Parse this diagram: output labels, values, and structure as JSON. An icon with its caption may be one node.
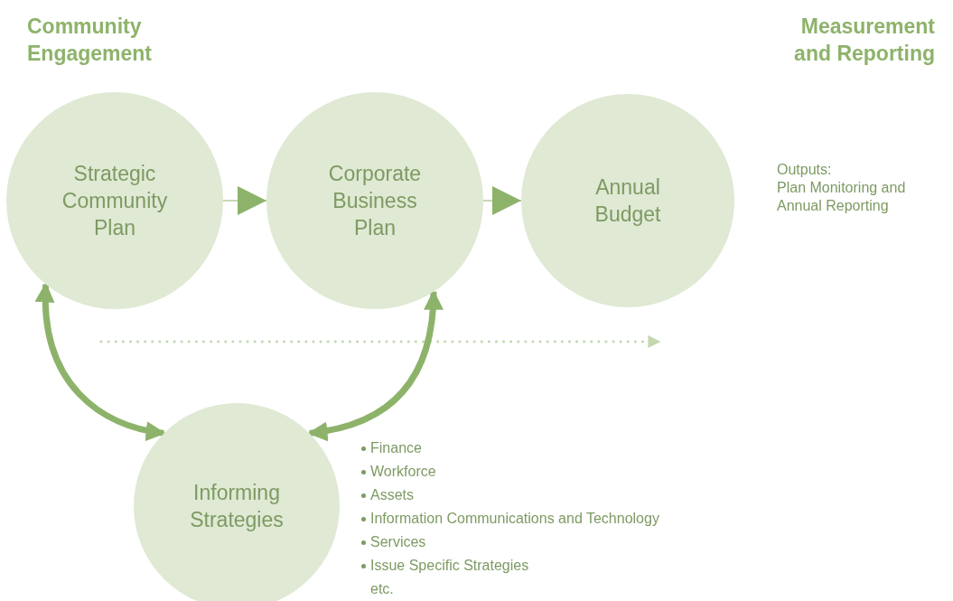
{
  "diagram": {
    "nodes": [
      {
        "text": [
          "Strategic Community Plan"
        ]
      },
      {
        "text": [
          "Corporate Business Plan"
        ]
      },
      {
        "text": [
          "Annual Budget"
        ],
        "beside": [
          "Outputs:",
          "Plan Monitoring and Annual Reporting"
        ]
      },
      {
        "text": [
          "Informing Strategies"
        ],
        "beside": [
          "Finance",
          "Workforce",
          "Assets",
          "Information Communications and Technology",
          "Services",
          "Issue Specific Strategies",
          "etc."
        ]
      }
    ],
    "edges": [
      {
        "from": 0,
        "to": 1,
        "arrow": "to"
      },
      {
        "from": 1,
        "to": 2,
        "arrow": "to"
      },
      {
        "from": 0,
        "to": 3,
        "arrow": "both",
        "style": "thick"
      },
      {
        "from": 1,
        "to": 3,
        "arrow": "both",
        "style": "thick"
      }
    ],
    "labels": [
      "Community Engagement",
      "Measurement and Reporting"
    ]
  }
}
